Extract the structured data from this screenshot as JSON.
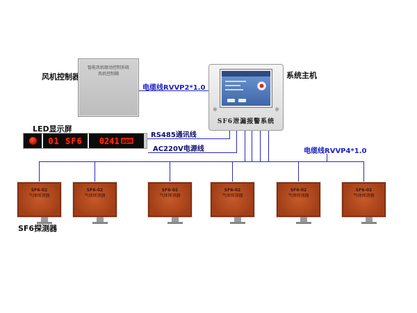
{
  "diagram": {
    "fan_controller": {
      "label": "风机控制器",
      "box_line1": "智能风机联动控制系统",
      "box_line2": "风机控制箱"
    },
    "system_host": {
      "label": "系统主机",
      "panel_text": "SF6泄漏报警系统"
    },
    "led_display": {
      "label": "LED显示屏",
      "channel": "01",
      "gas": "SF6",
      "value": "0241",
      "unit": "ppm"
    },
    "cables": {
      "rvvp2": "电缆线RVVP2*1.0",
      "rs485": "RS485通讯线",
      "ac220v": "AC220V电源线",
      "rvvp4": "电缆线RVVP4*1.0"
    },
    "detectors": {
      "label": "SF6探测器",
      "items": [
        {
          "line1": "SF6-02",
          "line2": "气体探测器"
        },
        {
          "line1": "SF6-02",
          "line2": "气体探测器"
        },
        {
          "line1": "SF6-02",
          "line2": "气体探测器"
        },
        {
          "line1": "SF6-02",
          "line2": "气体探测器"
        },
        {
          "line1": "SF6-02",
          "line2": "气体探测器"
        },
        {
          "line1": "SF6-02",
          "line2": "气体探测器"
        }
      ]
    }
  }
}
